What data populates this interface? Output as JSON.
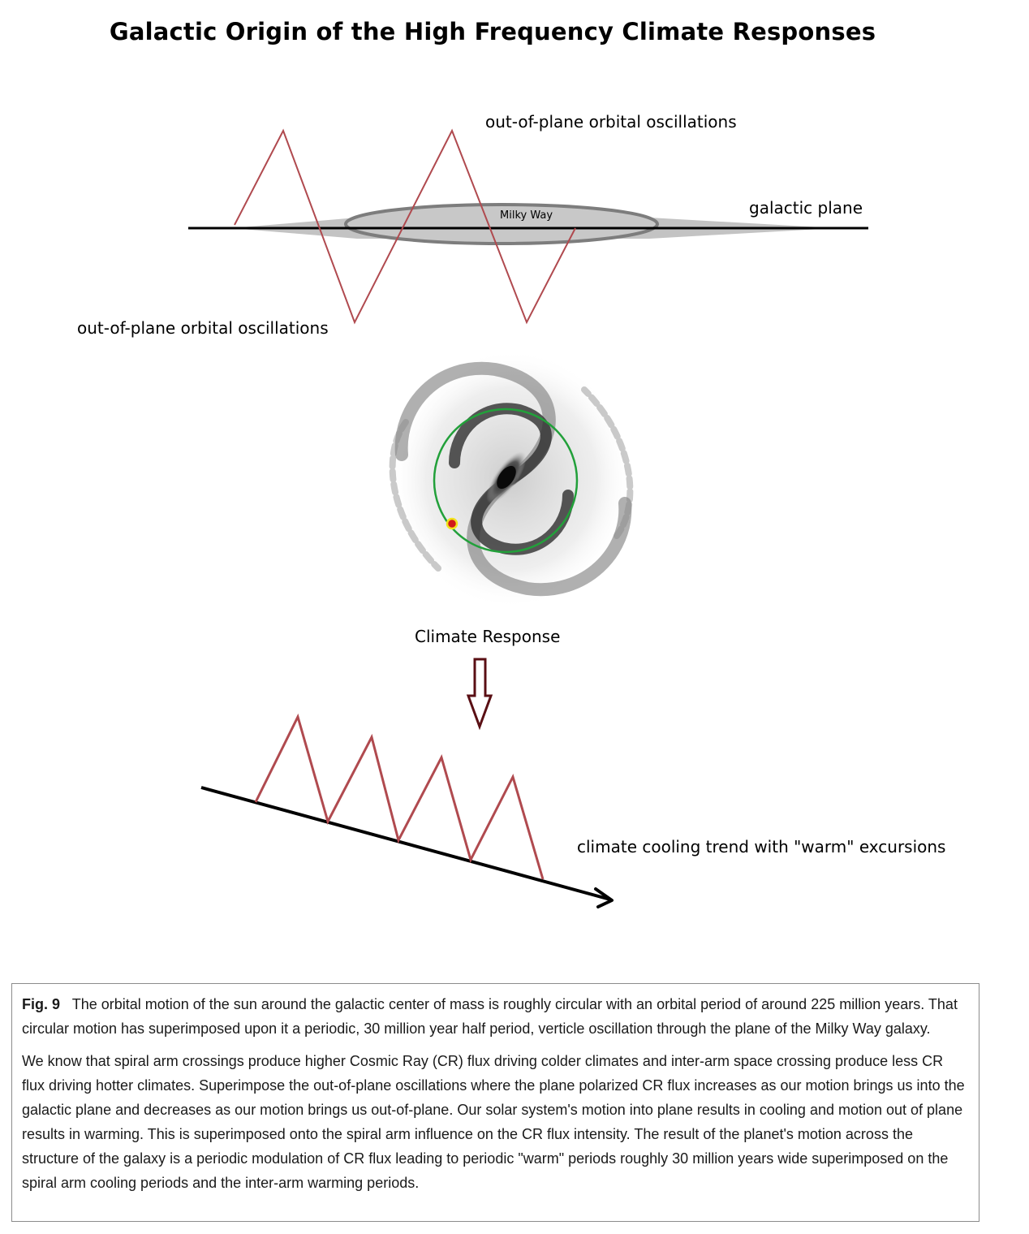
{
  "title": "Galactic Origin of the High Frequency Climate Responses",
  "labels": {
    "oscillations_top": "out-of-plane orbital oscillations",
    "galactic_plane": "galactic plane",
    "milky_way": "Milky Way",
    "oscillations_bottom": "out-of-plane orbital oscillations",
    "climate_response": "Climate Response",
    "cooling_trend": "climate cooling trend with \"warm\" excursions"
  },
  "colors": {
    "oscillation_line": "#b04a4f",
    "orbit_circle": "#22a03a",
    "sun_marker_fill": "#d11a1a",
    "sun_marker_ring": "#f2e21b",
    "arrow": "#5a0f14",
    "galaxy_disk": "#b9b9b9",
    "plane_line": "#000000"
  },
  "caption": {
    "fig_label": "Fig. 9",
    "paragraph1": "The orbital motion of the sun around the galactic  center of mass is roughly circular with an orbital period of around 225 million years. That circular motion has superimposed upon it a periodic,  30 million year half period, verticle oscillation through the plane of the Milky Way galaxy.",
    "paragraph2": "We know that spiral arm crossings produce higher Cosmic Ray (CR) flux driving colder climates and inter-arm space crossing produce less CR flux driving hotter climates. Superimpose the out-of-plane oscillations where the plane polarized CR flux increases as our motion brings us into the galactic plane and decreases as our motion brings us out-of-plane. Our solar system's motion into plane results in cooling and motion out of plane results in warming. This  is superimposed onto the spiral arm influence on the CR flux intensity. The result of the planet's motion  across the structure of the galaxy is a periodic modulation of CR flux leading to periodic \"warm\" periods roughly 30 million years wide superimposed on the spiral arm cooling periods and the inter-arm warming periods."
  }
}
